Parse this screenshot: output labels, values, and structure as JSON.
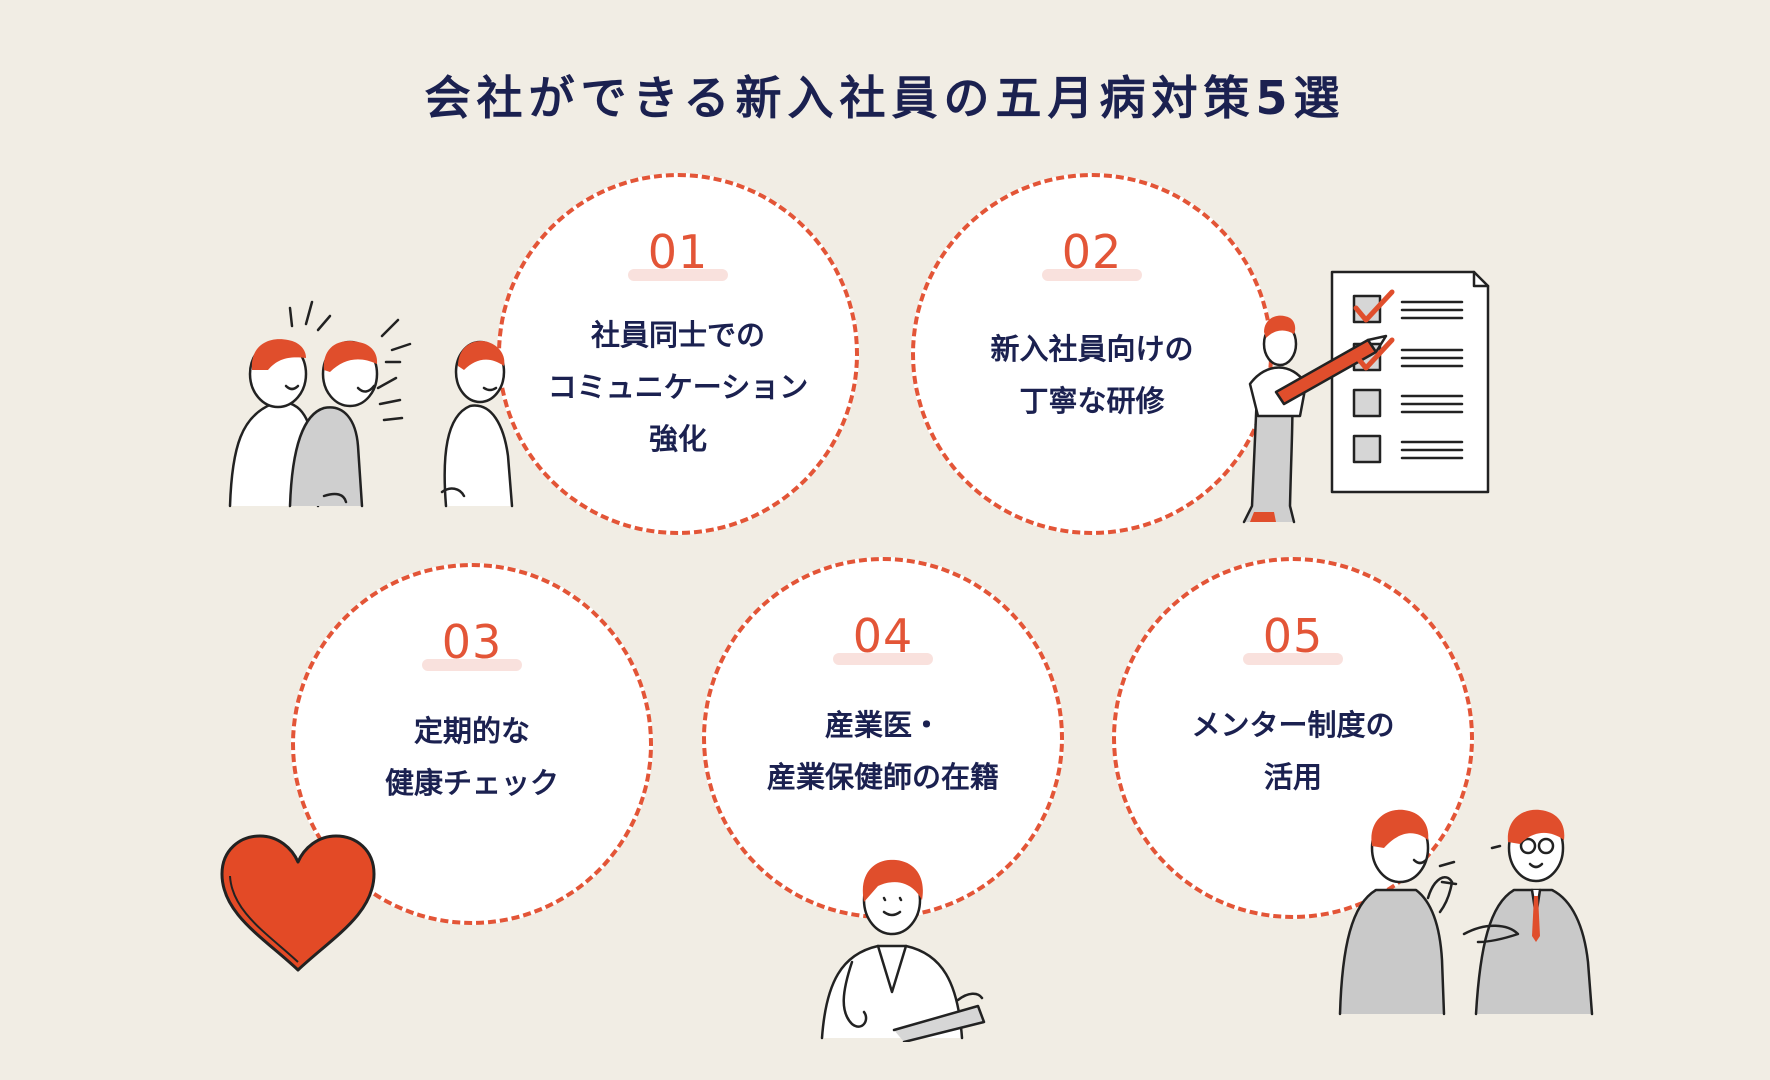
{
  "title": "会社ができる新入社員の五月病対策5選",
  "items": [
    {
      "num": "01",
      "label": "社員同士での\nコミュニケーション\n強化"
    },
    {
      "num": "02",
      "label": "新入社員向けの\n丁寧な研修"
    },
    {
      "num": "03",
      "label": "定期的な\n健康チェック"
    },
    {
      "num": "04",
      "label": "産業医・\n産業保健師の在籍"
    },
    {
      "num": "05",
      "label": "メンター制度の\n活用"
    }
  ],
  "colors": {
    "background": "#f1ede4",
    "accent": "#e35537",
    "text": "#1b2150",
    "gray": "#c9c9c9"
  }
}
